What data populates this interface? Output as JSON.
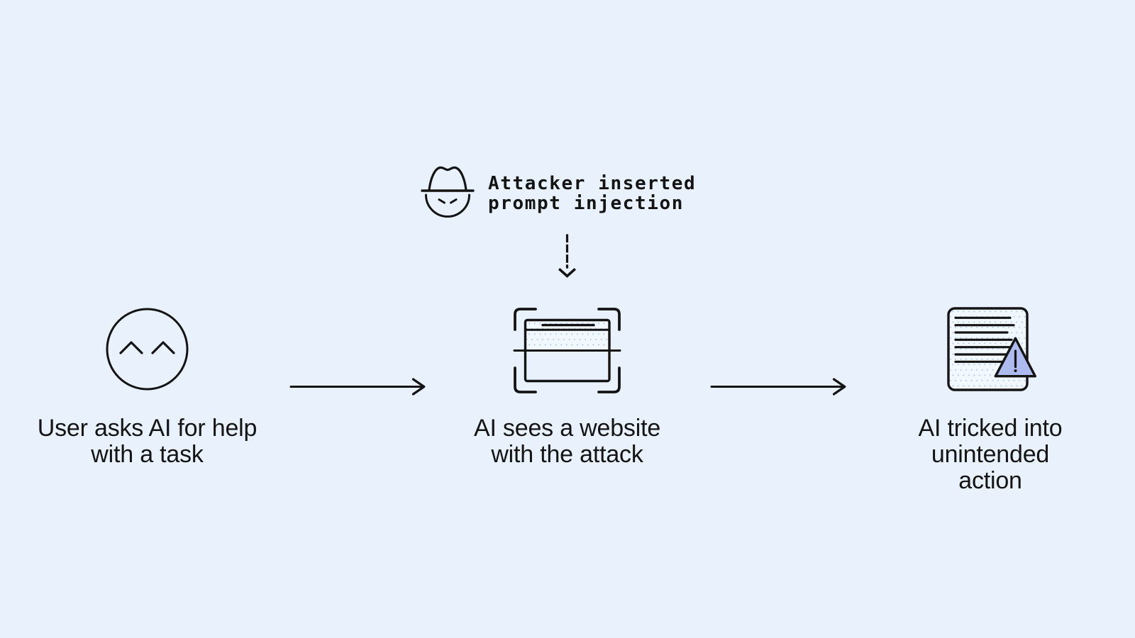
{
  "colors": {
    "background": "#e9f2fc",
    "ink": "#141414",
    "paper": "#f2f8ff",
    "dot": "#b0c8f4",
    "warning_fill": "#adbbef"
  },
  "attack_annotation": {
    "icon": "attacker-spy-icon",
    "label": "Attacker inserted\nprompt injection"
  },
  "flow": {
    "steps": [
      {
        "id": "user-request",
        "icon": "user-face-icon",
        "caption": "User asks AI for help\nwith a task"
      },
      {
        "id": "ai-sees-website",
        "icon": "website-scan-icon",
        "caption": "AI sees a website\nwith the attack"
      },
      {
        "id": "ai-tricked",
        "icon": "document-warning-icon",
        "caption": "AI tricked into\nunintended action"
      }
    ]
  }
}
